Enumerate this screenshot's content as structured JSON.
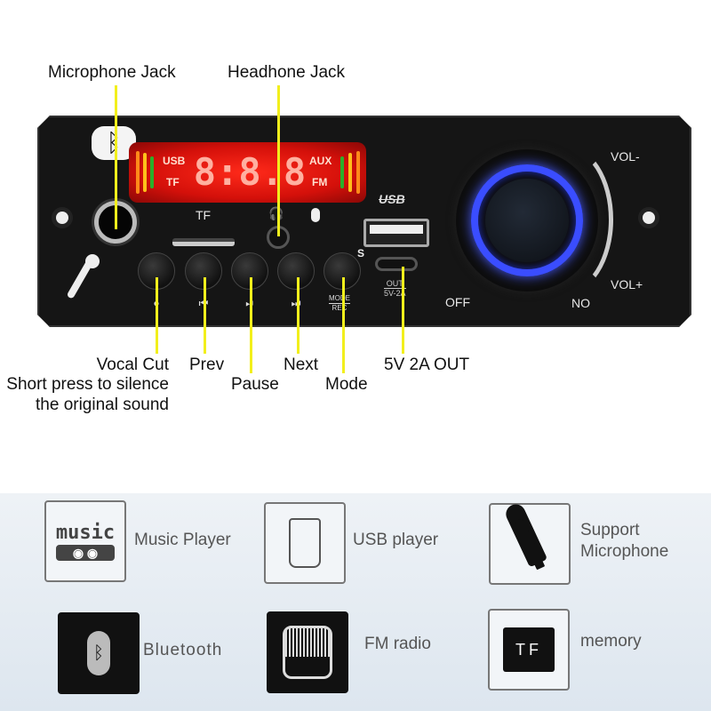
{
  "callouts": {
    "microphone_jack": "Microphone Jack",
    "headphone_jack": "Headhone Jack",
    "vocal_cut": "Vocal Cut",
    "vocal_cut_desc1": "Short press to silence",
    "vocal_cut_desc2": "the original sound",
    "prev": "Prev",
    "pause": "Pause",
    "next": "Next",
    "mode": "Mode",
    "usb_out": "5V 2A OUT"
  },
  "display": {
    "digits": "8:8.8",
    "left_top": "USB",
    "left_bottom": "TF",
    "right_top": "AUX",
    "right_bottom": "FM"
  },
  "board": {
    "tf": "TF",
    "usb": "USB",
    "out": "OUT",
    "out_spec": "5V-2A",
    "mode": "MODE",
    "rec": "REC",
    "s": "S",
    "vol_minus": "VOL-",
    "vol_plus": "VOL+",
    "off": "OFF",
    "on": "NO"
  },
  "features": [
    {
      "label": "Music Player",
      "icon_text": "music"
    },
    {
      "label": "USB player"
    },
    {
      "label": "Support",
      "label2": "Microphone"
    },
    {
      "label": "Bluetooth"
    },
    {
      "label": "FM radio"
    },
    {
      "label": "memory",
      "icon_text": "TF"
    }
  ],
  "colors": {
    "callout_line": "#f2ef1c",
    "ring": "#3a4dff",
    "display": "#e0140c"
  }
}
